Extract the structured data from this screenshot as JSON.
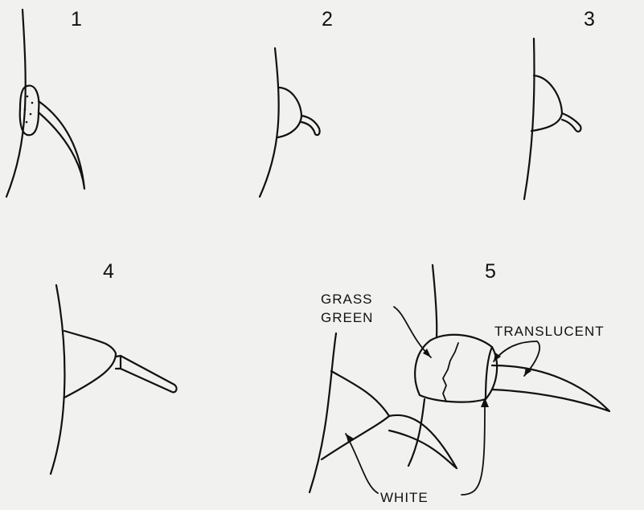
{
  "figures": [
    {
      "number": "1"
    },
    {
      "number": "2"
    },
    {
      "number": "3"
    },
    {
      "number": "4"
    },
    {
      "number": "5"
    }
  ],
  "labels": {
    "grass_line1": "GRASS",
    "grass_line2": "GREEN",
    "translucent": "TRANSLUCENT",
    "white": "WHITE"
  }
}
